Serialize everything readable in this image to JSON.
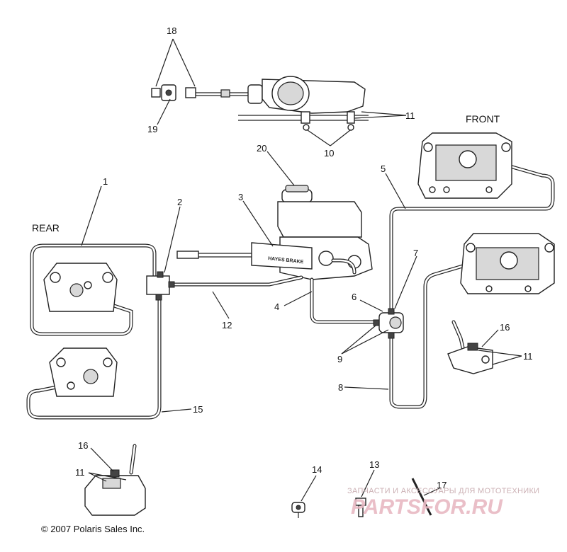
{
  "labels": {
    "rear": "REAR",
    "front": "FRONT",
    "copyright": "© 2007 Polaris Sales Inc.",
    "cylinder_stamp": "HAYES BRAKE"
  },
  "callouts": [
    "1",
    "2",
    "3",
    "4",
    "5",
    "6",
    "7",
    "8",
    "9",
    "10",
    "11",
    "11",
    "11",
    "12",
    "13",
    "14",
    "15",
    "16",
    "16",
    "17",
    "18",
    "19",
    "20"
  ],
  "watermark": {
    "tagline": "ЗАПЧАСТИ И АКСЕССУАРЫ ДЛЯ МОТОТЕХНИКИ",
    "brand": "PARTSFOR.RU"
  }
}
